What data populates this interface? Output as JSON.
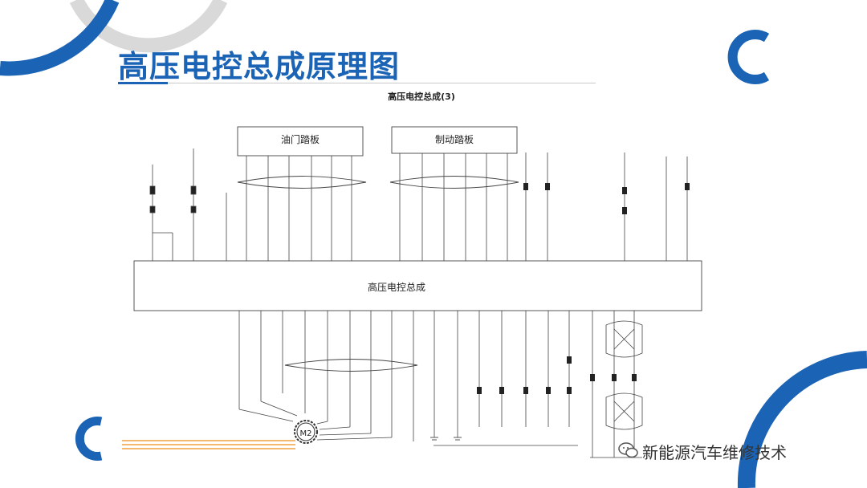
{
  "slide": {
    "title": "高压电控总成原理图",
    "accent_color": "#1b63b5"
  },
  "diagram": {
    "title": "高压电控总成(3)",
    "throttle_pedal": "油门踏板",
    "brake_pedal": "制动踏板",
    "controller": "高压电控总成",
    "motor": "M2"
  },
  "watermark": {
    "text": "新能源汽车维修技术",
    "icon": "wechat-icon"
  }
}
